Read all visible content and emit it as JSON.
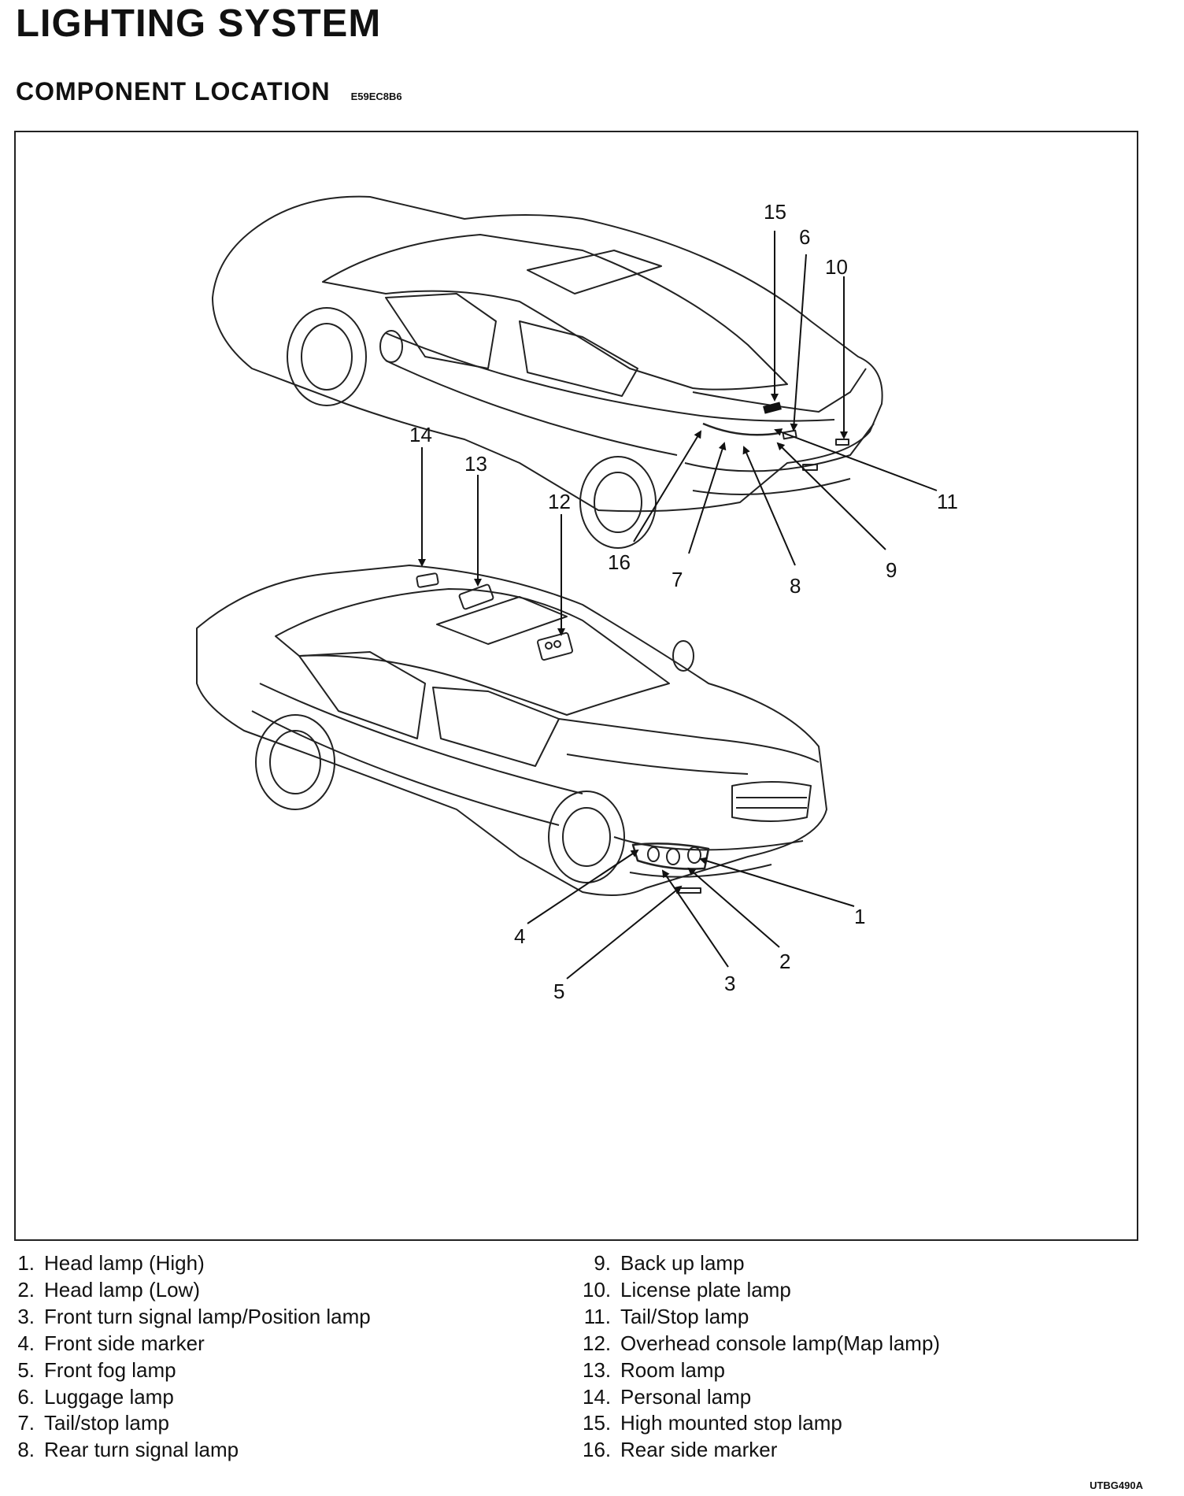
{
  "header": {
    "title": "LIGHTING SYSTEM",
    "subtitle": "COMPONENT LOCATION",
    "doc_code": "E59EC8B6"
  },
  "figure": {
    "code": "UTBG490A",
    "views": [
      "rear-three-quarter",
      "front-three-quarter"
    ],
    "callouts": [
      "1",
      "2",
      "3",
      "4",
      "5",
      "6",
      "7",
      "8",
      "9",
      "10",
      "11",
      "12",
      "13",
      "14",
      "15",
      "16"
    ]
  },
  "legend": {
    "left": [
      {
        "num": "1.",
        "label": "Head lamp (High)"
      },
      {
        "num": "2.",
        "label": "Head lamp (Low)"
      },
      {
        "num": "3.",
        "label": "Front turn signal lamp/Position lamp"
      },
      {
        "num": "4.",
        "label": "Front side marker"
      },
      {
        "num": "5.",
        "label": "Front fog lamp"
      },
      {
        "num": "6.",
        "label": "Luggage lamp"
      },
      {
        "num": "7.",
        "label": "Tail/stop lamp"
      },
      {
        "num": "8.",
        "label": "Rear turn signal lamp"
      }
    ],
    "right": [
      {
        "num": "9.",
        "label": "Back up lamp"
      },
      {
        "num": "10.",
        "label": "License plate lamp"
      },
      {
        "num": "11.",
        "label": "Tail/Stop lamp"
      },
      {
        "num": "12.",
        "label": "Overhead console lamp(Map lamp)"
      },
      {
        "num": "13.",
        "label": "Room lamp"
      },
      {
        "num": "14.",
        "label": "Personal lamp"
      },
      {
        "num": "15.",
        "label": "High mounted stop lamp"
      },
      {
        "num": "16.",
        "label": "Rear side marker"
      }
    ]
  }
}
